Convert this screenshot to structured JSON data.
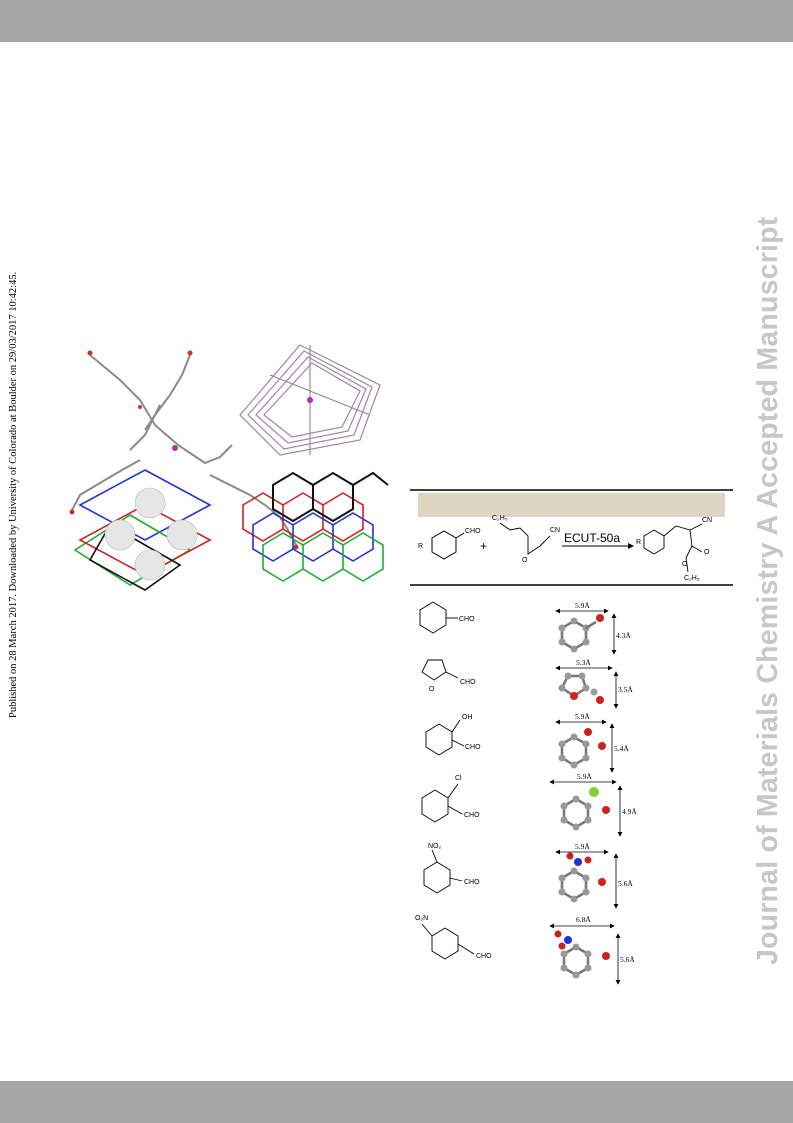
{
  "side_note": "Published on 28 March 2017. Downloaded by University of Colorado at Boulder on 29/03/2017 10:42:45.",
  "watermark": "Journal of Materials Chemistry A Accepted Manuscript",
  "reaction": {
    "catalyst": "ECUT-50a",
    "plus": "+",
    "r_group": "R",
    "cho": "CHO",
    "c2h5": "C₂H₅",
    "cn": "CN",
    "o": "O"
  },
  "substrates": [
    {
      "cho": "CHO",
      "width": "5.9Å",
      "height": "4.3Å"
    },
    {
      "cho": "CHO",
      "ring_atom": "O",
      "width": "5.3Å",
      "height": "3.5Å"
    },
    {
      "cho": "CHO",
      "substituent": "OH",
      "width": "5.9Å",
      "height": "5.4Å"
    },
    {
      "cho": "CHO",
      "substituent": "Cl",
      "width": "5.9Å",
      "height": "4.9Å"
    },
    {
      "cho": "CHO",
      "substituent": "NO₂",
      "width": "5.9Å",
      "height": "5.6Å"
    },
    {
      "cho": "CHO",
      "substituent": "O₂N",
      "width": "6.8Å",
      "height": "5.6Å"
    }
  ],
  "colors": {
    "bar": "#a6a6a6",
    "table_header": "#ddd6c2",
    "watermark": "#c7c7c7"
  }
}
